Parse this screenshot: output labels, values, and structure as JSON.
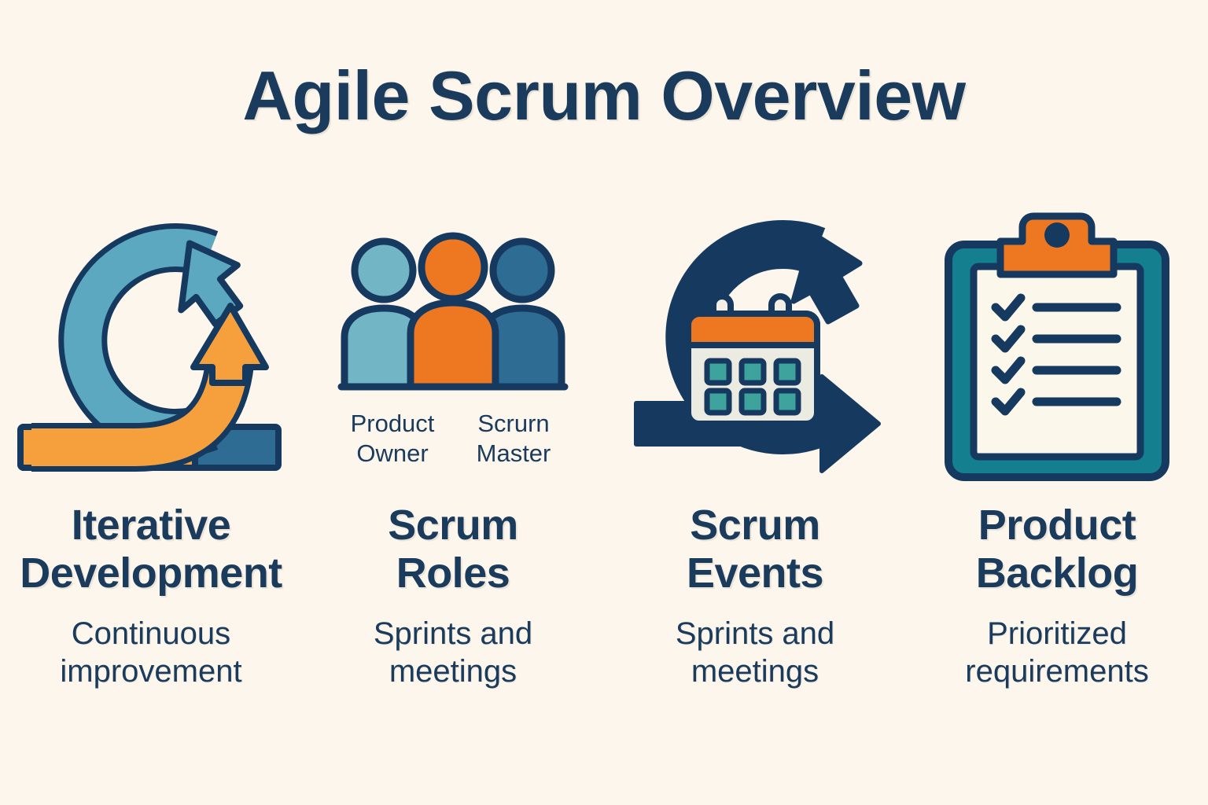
{
  "page": {
    "title": "Agile Scrum Overview",
    "background_color": "#fcf6ec",
    "navy": "#163a5f",
    "title_color": "#1a3b5c",
    "orange": "#ee7722",
    "orange_light": "#f5a03c",
    "teal_light": "#72b6c6",
    "teal_mid": "#5ba8c0",
    "blue_mid": "#2e6c94",
    "teal_deep": "#14808f",
    "teal_square": "#3fa39d",
    "paper": "#fbf7ea"
  },
  "columns": [
    {
      "icon": "iterative-cycle-icon",
      "heading": "Iterative\nDevelopment",
      "subtitle": "Continuous\nimprovement"
    },
    {
      "icon": "scrum-roles-people-icon",
      "heading": "Scrum\nRoles",
      "subtitle": "Sprints and\nmeetings",
      "role_labels": [
        "Product\nOwner",
        "Scrurn\nMaster"
      ]
    },
    {
      "icon": "sprint-calendar-icon",
      "heading": "Scrum\nEvents",
      "subtitle": "Sprints and\nmeetings"
    },
    {
      "icon": "product-backlog-clipboard-icon",
      "heading": "Product\nBacklog",
      "subtitle": "Prioritized\nrequirements"
    }
  ]
}
